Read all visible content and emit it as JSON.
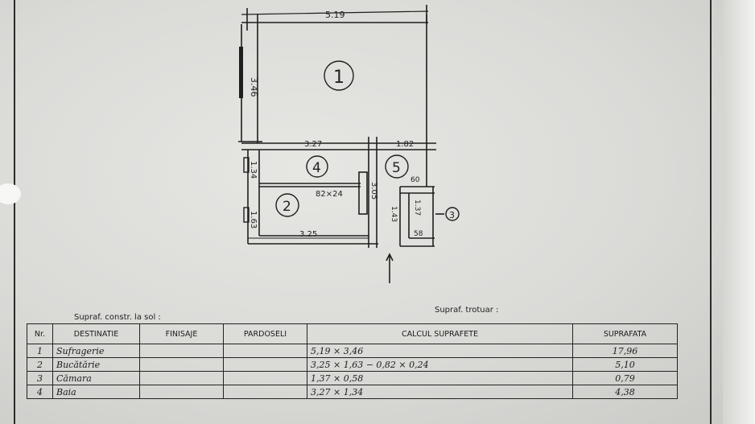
{
  "plan": {
    "dimensions": {
      "top_width": "5.19",
      "height_room1": "3.46",
      "room4_width": "3.27",
      "room5_width": "1.82",
      "room4_height": "1.34",
      "room2_height": "1.63",
      "partition_height": "3.05",
      "alcove": "82×24",
      "bottom_width": "3.25",
      "closet_width": "60",
      "closet_height": "1.37",
      "niche_height": "1.43",
      "closet_depth": "58"
    },
    "room_numbers": [
      "1",
      "2",
      "3",
      "4",
      "5"
    ]
  },
  "labels": {
    "built_area": "Supraf. constr. la sol :",
    "sidewalk": "Supraf. trotuar :"
  },
  "table": {
    "headers": [
      "Nr.",
      "DESTINATIE",
      "FINISAJE",
      "PARDOSELI",
      "CALCUL SUPRAFETE",
      "SUPRAFATA"
    ],
    "rows": [
      {
        "nr": "1",
        "dest": "Sufragerie",
        "fin": "",
        "pard": "",
        "calc": "5,19 × 3,46",
        "area": "17,96"
      },
      {
        "nr": "2",
        "dest": "Bucătărie",
        "fin": "",
        "pard": "",
        "calc": "3,25 × 1,63 − 0,82 × 0,24",
        "area": "5,10"
      },
      {
        "nr": "3",
        "dest": "Cămara",
        "fin": "",
        "pard": "",
        "calc": "1,37 × 0,58",
        "area": "0,79"
      },
      {
        "nr": "4",
        "dest": "Baia",
        "fin": "",
        "pard": "",
        "calc": "3,27 × 1,34",
        "area": "4,38"
      }
    ]
  }
}
